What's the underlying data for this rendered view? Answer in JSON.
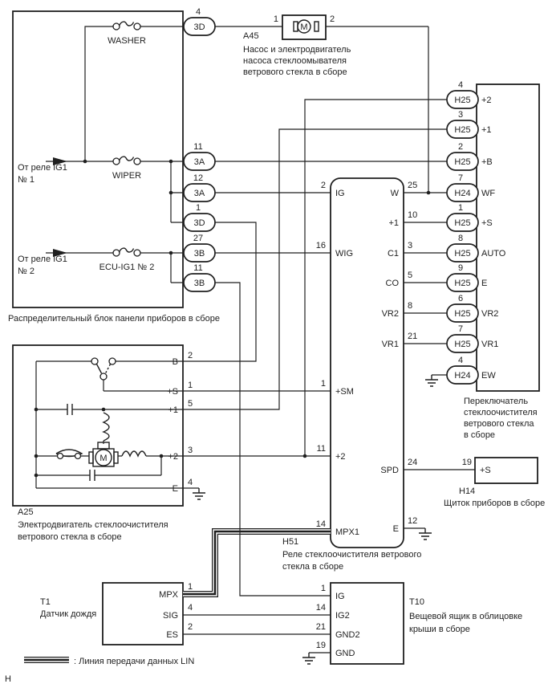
{
  "colors": {
    "ink": "#1f1f1f",
    "background": "#ffffff"
  },
  "junction_block": {
    "label": "Распределительный блок панели приборов в сборе",
    "source1_line1": "От реле IG1",
    "source1_line2": "№ 1",
    "source2_line1": "От реле IG1",
    "source2_line2": "№ 2",
    "fuse_washer": "WASHER",
    "fuse_wiper": "WIPER",
    "fuse_ecu": "ECU-IG1 № 2",
    "connectors": [
      {
        "pin": "4",
        "code": "3D"
      },
      {
        "pin": "11",
        "code": "3A"
      },
      {
        "pin": "12",
        "code": "3A"
      },
      {
        "pin": "1",
        "code": "3D"
      },
      {
        "pin": "27",
        "code": "3B"
      },
      {
        "pin": "11",
        "code": "3B"
      }
    ]
  },
  "washer_pump": {
    "code": "A45",
    "pin_left": "1",
    "pin_right": "2",
    "motor_letter": "M",
    "name_line1": "Насос и электродвигатель",
    "name_line2": "насоса стеклоомывателя",
    "name_line3": "ветрового стекла в сборе"
  },
  "wiper_switch": {
    "name_line1": "Переключатель",
    "name_line2": "стеклоочистителя",
    "name_line3": "ветрового стекла",
    "name_line4": "в сборе",
    "connectors": [
      {
        "pin": "4",
        "code": "H25",
        "label": "+2"
      },
      {
        "pin": "3",
        "code": "H25",
        "label": "+1"
      },
      {
        "pin": "2",
        "code": "H25",
        "label": "+B"
      },
      {
        "pin": "7",
        "code": "H24",
        "label": "WF"
      },
      {
        "pin": "1",
        "code": "H25",
        "label": "+S"
      },
      {
        "pin": "8",
        "code": "H25",
        "label": "AUTO"
      },
      {
        "pin": "9",
        "code": "H25",
        "label": "E"
      },
      {
        "pin": "6",
        "code": "H25",
        "label": "VR2"
      },
      {
        "pin": "7",
        "code": "H25",
        "label": "VR1"
      },
      {
        "pin": "4",
        "code": "H24",
        "label": "EW"
      }
    ]
  },
  "wiper_relay": {
    "code": "H51",
    "name_line1": "Реле стеклоочистителя ветрового",
    "name_line2": "стекла в сборе",
    "left_pins": [
      {
        "pin": "2",
        "label": "IG"
      },
      {
        "pin": "16",
        "label": "WIG"
      },
      {
        "pin": "1",
        "label": "+SM"
      },
      {
        "pin": "11",
        "label": "+2"
      },
      {
        "pin": "14",
        "label": "MPX1"
      }
    ],
    "right_pins": [
      {
        "pin": "25",
        "label": "W"
      },
      {
        "pin": "10",
        "label": "+1"
      },
      {
        "pin": "3",
        "label": "C1"
      },
      {
        "pin": "5",
        "label": "CO"
      },
      {
        "pin": "8",
        "label": "VR2"
      },
      {
        "pin": "21",
        "label": "VR1"
      },
      {
        "pin": "24",
        "label": "SPD"
      },
      {
        "pin": "12",
        "label": "E"
      }
    ]
  },
  "wiper_motor": {
    "code": "A25",
    "motor_letter": "M",
    "name_line1": "Электродвигатель стеклоочистителя",
    "name_line2": "ветрового стекла в сборе",
    "pins": [
      {
        "label": "B",
        "pin": "2"
      },
      {
        "label": "+S",
        "pin": "1"
      },
      {
        "label": "+1",
        "pin": "5"
      },
      {
        "label": "+2",
        "pin": "3"
      },
      {
        "label": "E",
        "pin": "4"
      }
    ]
  },
  "instrument_cluster": {
    "code": "H14",
    "name": "Щиток приборов в сборе",
    "pin": "19",
    "label": "+S"
  },
  "rain_sensor": {
    "code": "T1",
    "name": "Датчик дождя",
    "pins": [
      {
        "label": "MPX",
        "pin": "1"
      },
      {
        "label": "SIG",
        "pin": "4"
      },
      {
        "label": "ES",
        "pin": "2"
      }
    ]
  },
  "roof_console": {
    "code": "T10",
    "name_line1": "Вещевой ящик в облицовке",
    "name_line2": "крыши в сборе",
    "pins": [
      {
        "label": "IG",
        "pin": "1"
      },
      {
        "label": "IG2",
        "pin": "14"
      },
      {
        "label": "GND2",
        "pin": "21"
      },
      {
        "label": "GND",
        "pin": "19"
      }
    ]
  },
  "legend": {
    "lin_label": ": Линия передачи данных LIN"
  },
  "footer": {
    "page_letter": "Н"
  }
}
